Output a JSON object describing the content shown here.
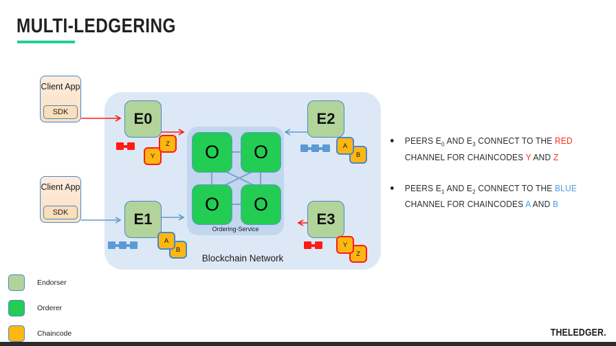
{
  "slide": {
    "title": "MULTI-LEDGERING",
    "accent_color": "#1fcf95",
    "footer_brand": "THELEDGER."
  },
  "diagram": {
    "network_label": "Blockchain Network",
    "ordering_service_label": "Ordering-Service",
    "orderers": [
      {
        "id": "orderer-1",
        "label": "O"
      },
      {
        "id": "orderer-2",
        "label": "O"
      },
      {
        "id": "orderer-3",
        "label": "O"
      },
      {
        "id": "orderer-4",
        "label": "O"
      }
    ],
    "client_apps": [
      {
        "id": "client-app-1",
        "title": "Client App",
        "sdk_label": "SDK",
        "connects_to": "E0",
        "channel": "red"
      },
      {
        "id": "client-app-2",
        "title": "Client App",
        "sdk_label": "SDK",
        "connects_to": "E1",
        "channel": "blue"
      }
    ],
    "endorsers": [
      {
        "id": "endorser-e0",
        "label": "E0",
        "channel": "red",
        "chaincodes": [
          "Y",
          "Z"
        ],
        "ledger_blocks": 2
      },
      {
        "id": "endorser-e1",
        "label": "E1",
        "channel": "blue",
        "chaincodes": [
          "A",
          "B"
        ],
        "ledger_blocks": 3
      },
      {
        "id": "endorser-e2",
        "label": "E2",
        "channel": "blue",
        "chaincodes": [
          "A",
          "B"
        ],
        "ledger_blocks": 3
      },
      {
        "id": "endorser-e3",
        "label": "E3",
        "channel": "red",
        "chaincodes": [
          "Y",
          "Z"
        ],
        "ledger_blocks": 2
      }
    ],
    "chaincode_labels": {
      "e0_z": "Z",
      "e0_y": "Y",
      "e1_a": "A",
      "e1_b": "B",
      "e2_a": "A",
      "e2_b": "B",
      "e3_y": "Y",
      "e3_z": "Z"
    },
    "colors": {
      "endorser": "#b2d49a",
      "orderer": "#23cc52",
      "chaincode": "#fcb713",
      "network_bg": "#dde8f6",
      "ordering_bg": "#c2d7ee",
      "red_channel": "#ff1a14",
      "blue_channel": "#5b9bd5",
      "node_border": "#4a86c8"
    }
  },
  "bullets": [
    {
      "prefix": "PEERS E",
      "peer_a_sub": "0",
      "mid_a": " AND E",
      "peer_b_sub": "3",
      "mid_b": " CONNECT TO THE ",
      "channel": "RED",
      "after_channel": " CHANNEL FOR CHAINCODES ",
      "cc_a": "Y",
      "joiner": " AND ",
      "cc_b": "Z"
    },
    {
      "prefix": "PEERS E",
      "peer_a_sub": "1",
      "mid_a": " AND E",
      "peer_b_sub": "2",
      "mid_b": " CONNECT TO THE ",
      "channel": "BLUE",
      "after_channel": " CHANNEL FOR CHAINCODES ",
      "cc_a": "A",
      "joiner": " AND ",
      "cc_b": "B"
    }
  ],
  "legend": {
    "items": [
      {
        "label": "Endorser",
        "color": "#b2d49a"
      },
      {
        "label": "Orderer",
        "color": "#23cc52"
      },
      {
        "label": "Chaincode",
        "color": "#fcb713"
      }
    ]
  }
}
